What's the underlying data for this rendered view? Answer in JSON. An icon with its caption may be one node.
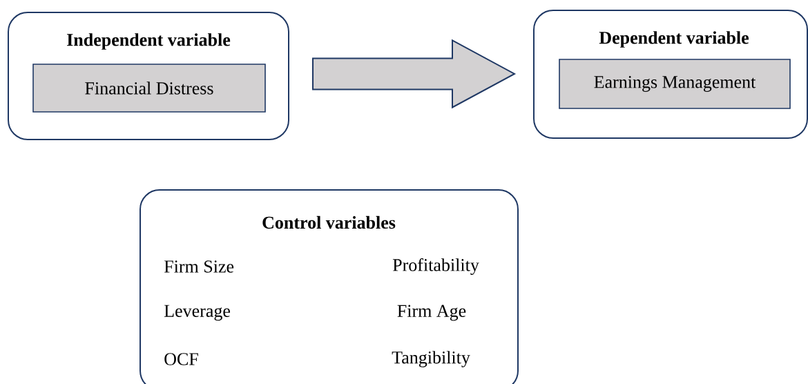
{
  "diagram": {
    "nodes": [
      {
        "text": [
          "Independent variable"
        ]
      },
      {
        "text": [
          "Financial Distress"
        ],
        "in": 0
      },
      {
        "text": [
          "Dependent variable"
        ]
      },
      {
        "text": [
          "Earnings Management"
        ],
        "in": 2
      },
      {
        "text": [
          "Control variables",
          "Firm Size",
          "Profitability",
          "Leverage",
          "Firm Age",
          "OCF",
          "Tangibility"
        ]
      }
    ],
    "edges": [
      {
        "from": 0,
        "to": 2,
        "arrow": "to"
      }
    ]
  }
}
